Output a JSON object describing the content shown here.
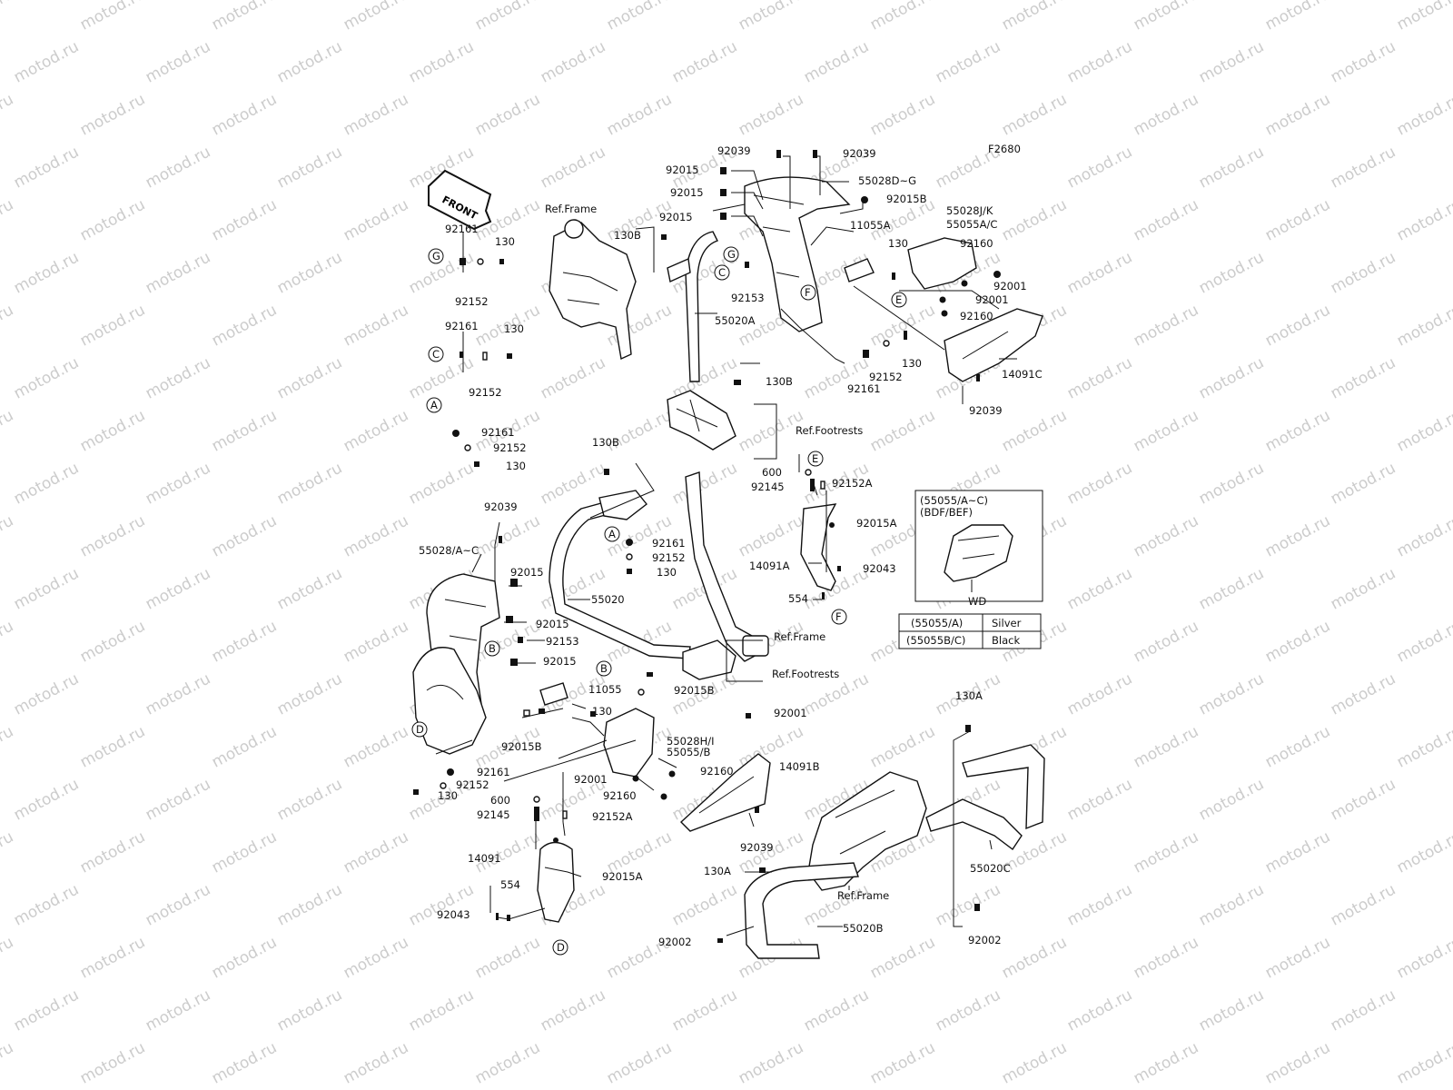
{
  "watermark": "motod.ru",
  "figure_code": "F2680",
  "front_label": "FRONT",
  "labels": {
    "l92039a": "92039",
    "l92039b": "92039",
    "l92015a": "92015",
    "l92015b": "92015",
    "l92015c": "92015",
    "l55028dg": "55028D~G",
    "l92015Ba": "92015B",
    "l11055A": "11055A",
    "l130a": "130",
    "l55028jk": "55028J/K",
    "l55055ac": "55055A/C",
    "l92160a": "92160",
    "l92001a": "92001",
    "l92001b": "92001",
    "l92160b": "92160",
    "refFrameTop": "Ref.Frame",
    "l130Ba": "130B",
    "l92153a": "92153",
    "l55020A": "55020A",
    "l130b": "130",
    "l92152a": "92152",
    "l92161a": "92161",
    "l14091C": "14091C",
    "l92039c": "92039",
    "l130Bb": "130B",
    "refFootrestsTop": "Ref.Footrests",
    "l92161G": "92161",
    "l130G": "130",
    "l92152G": "92152",
    "l92161C": "92161",
    "l130C": "130",
    "l92152C": "92152",
    "l92161A": "92161",
    "l92152A": "92152",
    "l130A": "130",
    "l130Bc": "130B",
    "l92039d": "92039",
    "l55028ac": "55028/A~C",
    "l92015d": "92015",
    "l92015e": "92015",
    "l92153b": "92153",
    "l92015f": "92015",
    "l92161b": "92161",
    "l92152b": "92152",
    "l130c": "130",
    "l55020": "55020",
    "refFrameMid": "Ref.Frame",
    "refFootrestsMid": "Ref.Footrests",
    "l600a": "600",
    "l92145a": "92145",
    "l92152Aa": "92152A",
    "l92015Aa": "92015A",
    "l14091A": "14091A",
    "l92043a": "92043",
    "l554a": "554",
    "l11055": "11055",
    "l92015Bb": "92015B",
    "l130d": "130",
    "l92001c": "92001",
    "l92015Bc": "92015B",
    "l55028hi": "55028H/I",
    "l55055b": "55055/B",
    "l92001d": "92001",
    "l92160c": "92160",
    "l14091B": "14091B",
    "l92160d": "92160",
    "l92039e": "92039",
    "l92161c": "92161",
    "l92152c": "92152",
    "l130e": "130",
    "l600b": "600",
    "l92145b": "92145",
    "l92152Ab": "92152A",
    "l14091": "14091",
    "l92015Ab": "92015A",
    "l554b": "554",
    "l92043b": "92043",
    "l130Aa": "130A",
    "l130Ab": "130A",
    "refFrameBot": "Ref.Frame",
    "l55020C": "55020C",
    "l55020B": "55020B",
    "l92002a": "92002",
    "l92002b": "92002"
  },
  "callouts": {
    "G1": "G",
    "G2": "G",
    "C1": "C",
    "C2": "C",
    "A1": "A",
    "A2": "A",
    "E1": "E",
    "E2": "E",
    "F1": "F",
    "F2": "F",
    "B1": "B",
    "B2": "B",
    "D1": "D",
    "D2": "D"
  },
  "inset": {
    "line1": "(55055/A~C)",
    "line2": "(BDF/BEF)",
    "caption": "WD",
    "table": [
      {
        "part": "(55055/A)",
        "color": "Silver"
      },
      {
        "part": "(55055B/C)",
        "color": "Black"
      }
    ]
  }
}
